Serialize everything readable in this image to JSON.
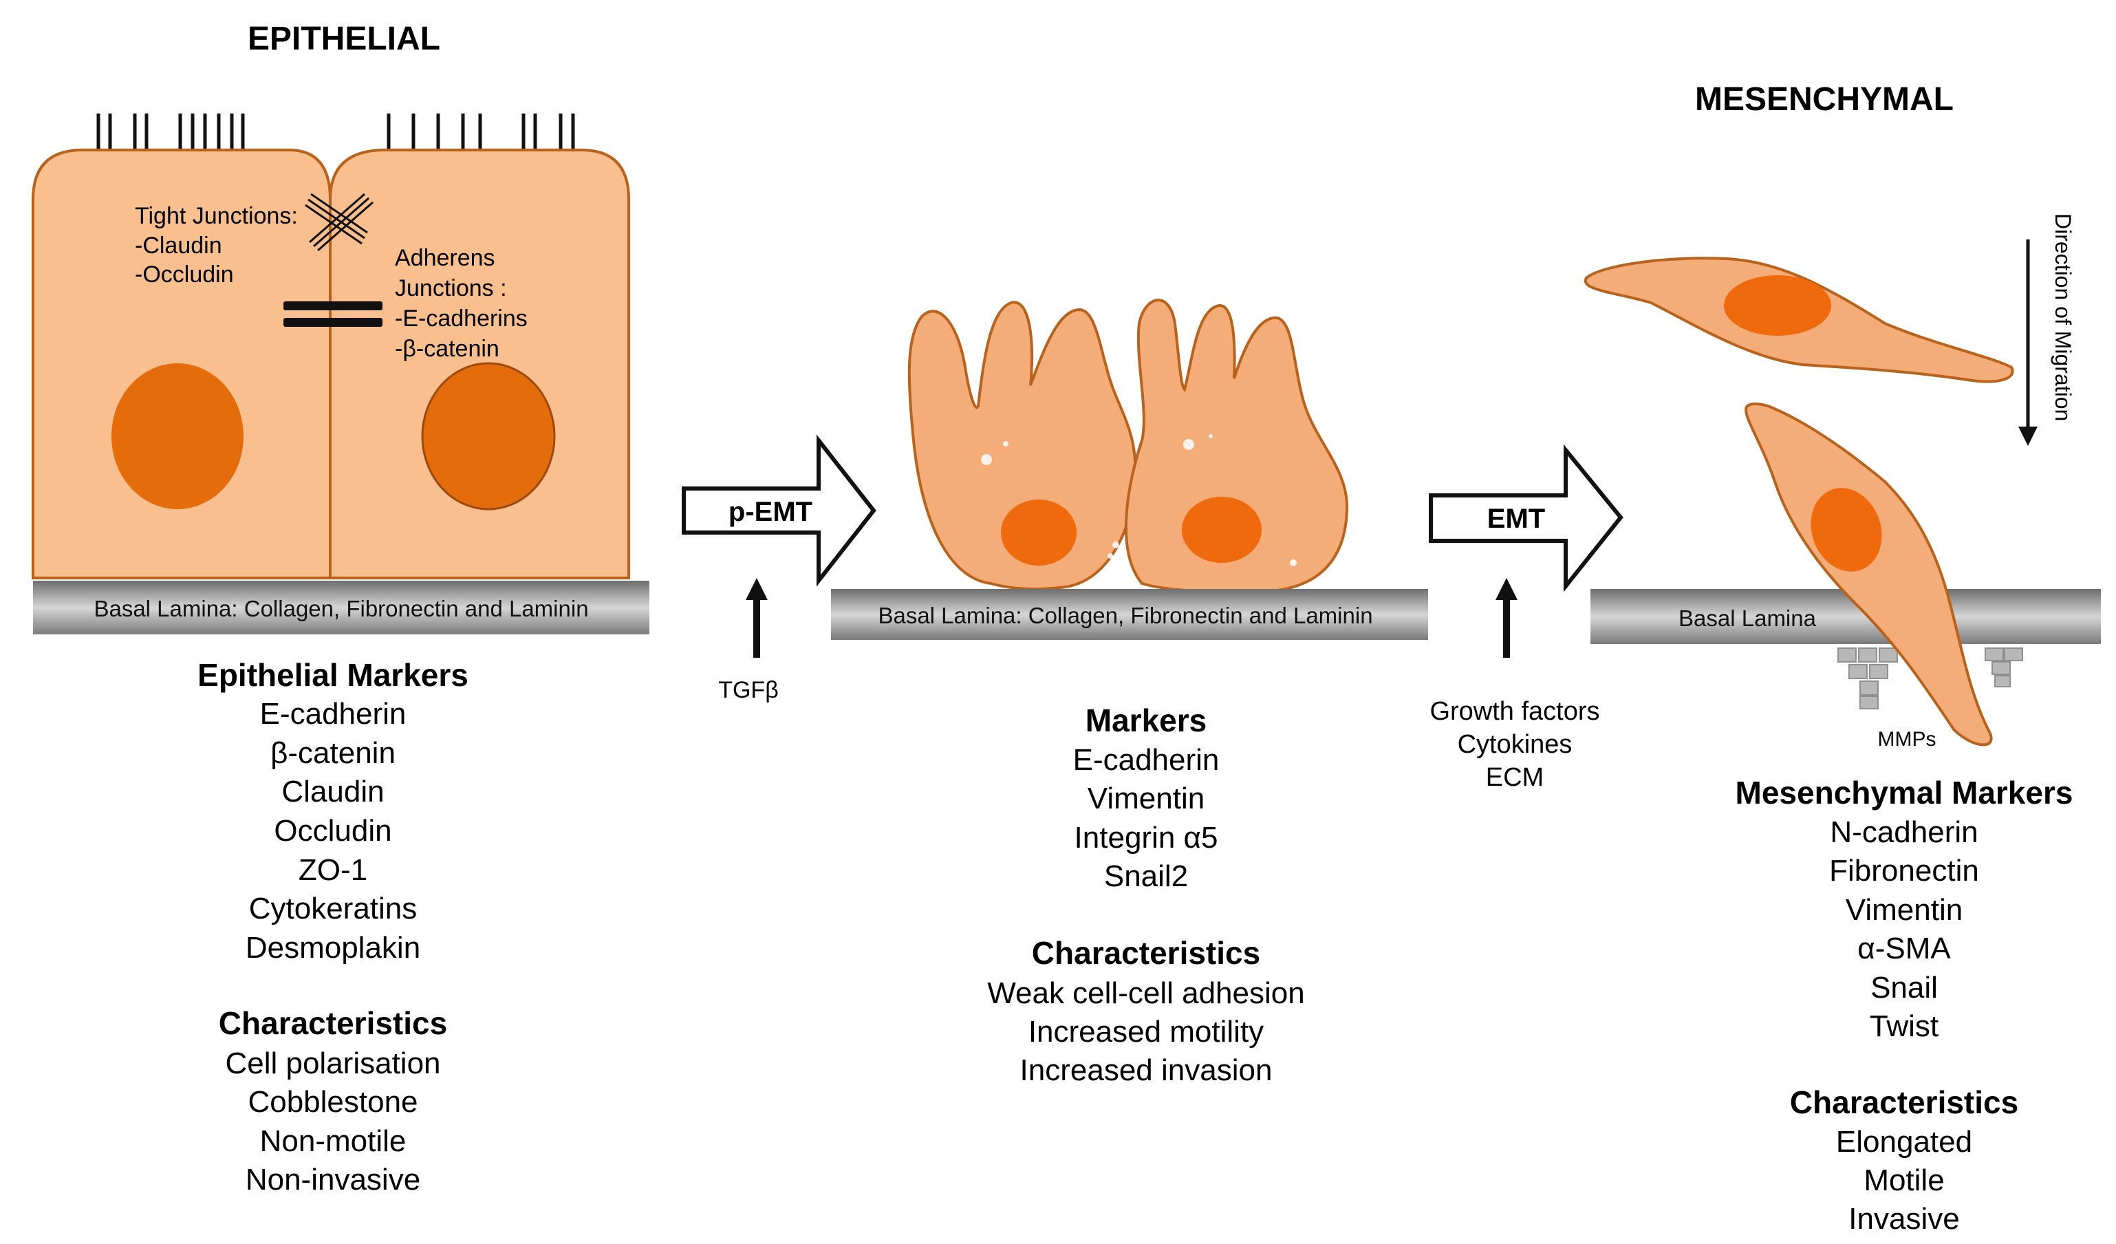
{
  "epithelial": {
    "title": "EPITHELIAL",
    "tight_junctions": [
      "Tight Junctions:",
      "-Claudin",
      "-Occludin"
    ],
    "adherens_junctions": [
      "Adherens",
      "Junctions :",
      "-E-cadherins",
      "-β-catenin"
    ],
    "basal_lamina": "Basal Lamina: Collagen, Fibronectin and Laminin",
    "markers_header": "Epithelial Markers",
    "markers": [
      "E-cadherin",
      "β-catenin",
      "Claudin",
      "Occludin",
      "ZO-1",
      "Cytokeratins",
      "Desmoplakin"
    ],
    "characteristics_header": "Characteristics",
    "characteristics": [
      "Cell polarisation",
      "Cobblestone",
      "Non-motile",
      "Non-invasive"
    ]
  },
  "pemt": {
    "arrow_label": "p-EMT",
    "trigger": "TGFβ",
    "basal_lamina": "Basal Lamina: Collagen, Fibronectin and Laminin",
    "markers_header": "Markers",
    "markers": [
      "E-cadherin",
      "Vimentin",
      "Integrin α5",
      "Snail2"
    ],
    "characteristics_header": "Characteristics",
    "characteristics": [
      "Weak cell-cell adhesion",
      "Increased motility",
      "Increased invasion"
    ]
  },
  "emt": {
    "arrow_label": "EMT",
    "triggers": [
      "Growth factors",
      "Cytokines",
      "ECM"
    ]
  },
  "mesenchymal": {
    "title": "MESENCHYMAL",
    "direction_label": "Direction of Migration",
    "basal_lamina": "Basal Lamina",
    "mmps_label": "MMPs",
    "markers_header": "Mesenchymal Markers",
    "markers": [
      "N-cadherin",
      "Fibronectin",
      "Vimentin",
      "α-SMA",
      "Snail",
      "Twist"
    ],
    "characteristics_header": "Characteristics",
    "characteristics": [
      "Elongated",
      "Motile",
      "Invasive"
    ]
  },
  "colors": {
    "cell_fill": "#f9bf8f",
    "cell_fill_pemt": "#f4ad79",
    "cell_stroke": "#b8621b",
    "nucleus": "#e46c0a",
    "nucleus_pemt": "#ee6a0c",
    "lamina": "#9a9a9a"
  }
}
